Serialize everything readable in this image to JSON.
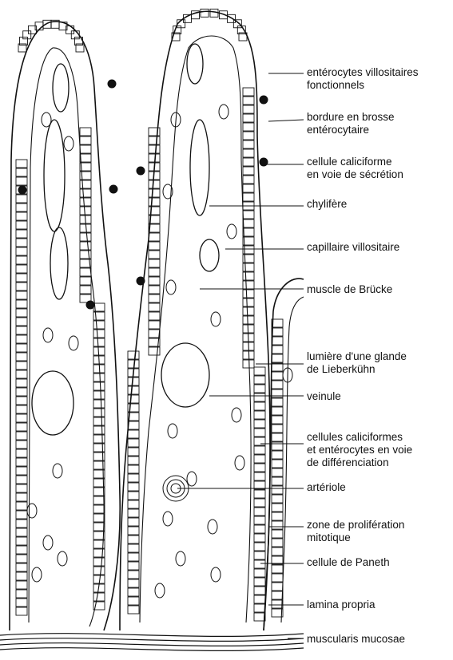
{
  "labels": [
    {
      "id": "enterocytes",
      "lines": [
        "entérocytes villositaires",
        "fonctionnels"
      ]
    },
    {
      "id": "bordure",
      "lines": [
        "bordure en brosse",
        "entérocytaire"
      ]
    },
    {
      "id": "caliciforme",
      "lines": [
        "cellule caliciforme",
        "en voie de sécrétion"
      ]
    },
    {
      "id": "chylifere",
      "lines": [
        "chylifère"
      ]
    },
    {
      "id": "capillaire",
      "lines": [
        "capillaire villositaire"
      ]
    },
    {
      "id": "brucke",
      "lines": [
        "muscle de Brücke"
      ]
    },
    {
      "id": "lumiere",
      "lines": [
        "lumière d'une glande",
        "de Lieberkühn"
      ]
    },
    {
      "id": "veinule",
      "lines": [
        "veinule"
      ]
    },
    {
      "id": "differenciation",
      "lines": [
        "cellules caliciformes",
        "et entérocytes en voie",
        "de différenciation"
      ]
    },
    {
      "id": "arteriole",
      "lines": [
        "artériole"
      ]
    },
    {
      "id": "proliferation",
      "lines": [
        "zone de prolifération",
        "mitotique"
      ]
    },
    {
      "id": "paneth",
      "lines": [
        "cellule de Paneth"
      ]
    },
    {
      "id": "lamina",
      "lines": [
        "lamina propria"
      ]
    },
    {
      "id": "muscularis",
      "lines": [
        "muscularis mucosae"
      ]
    }
  ],
  "colors": {
    "ink": "#111111",
    "background": "#ffffff"
  }
}
